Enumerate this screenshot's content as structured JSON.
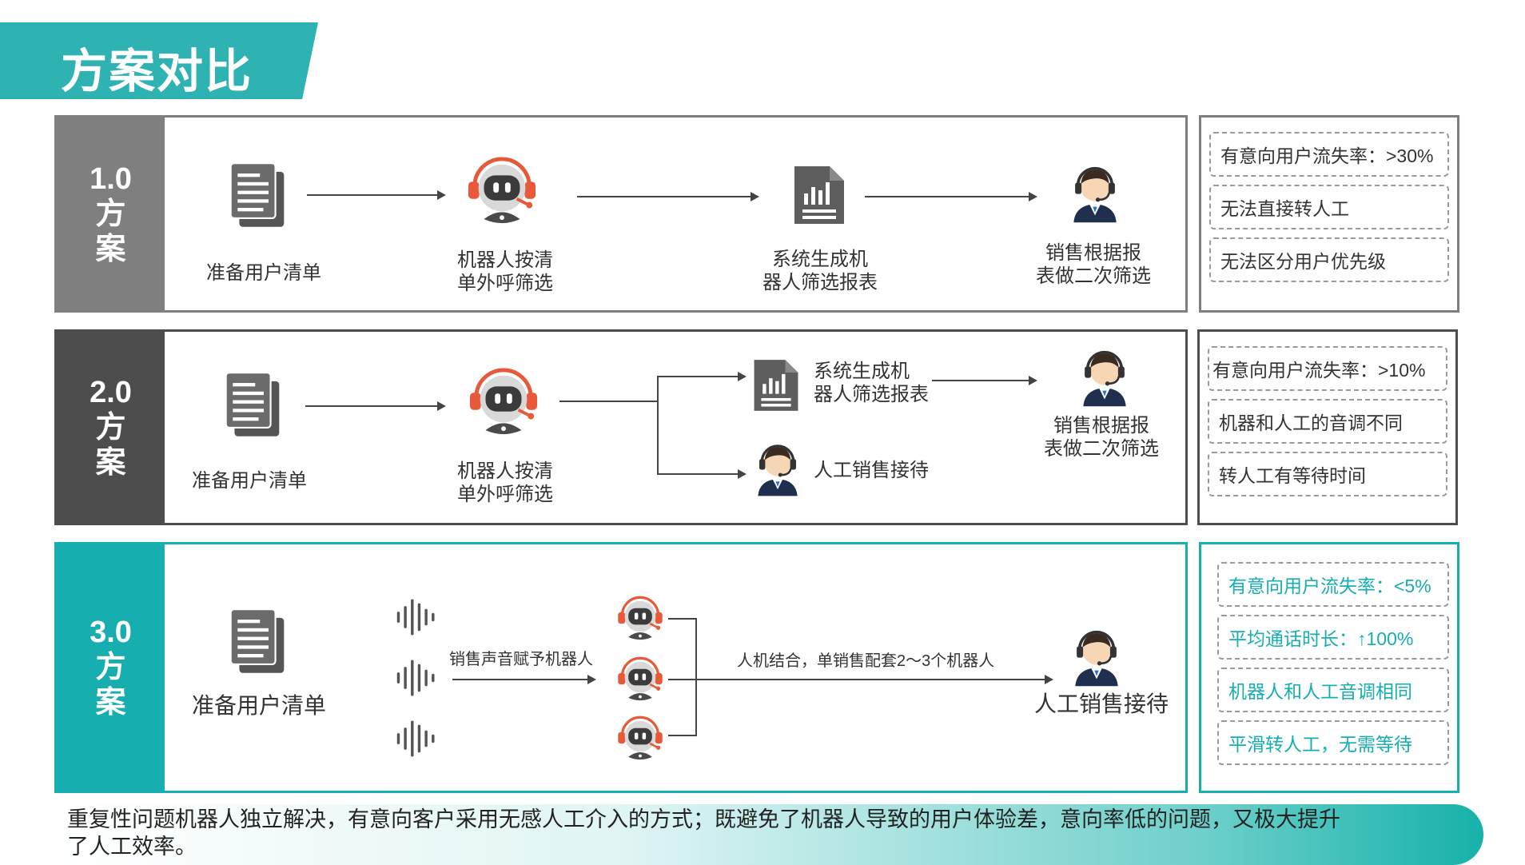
{
  "header": {
    "title": "方案对比",
    "color": "#2fb2b2"
  },
  "plans": [
    {
      "label_num": "1.0",
      "label_a": "方",
      "label_b": "案",
      "color": "#7f7f7f",
      "steps": [
        "准备用户清单",
        "机器人按清",
        "单外呼筛选",
        "系统生成机",
        "器人筛选报表",
        "销售根据报",
        "表做二次筛选"
      ],
      "results": [
        "有意向用户流失率：>30%",
        "无法直接转人工",
        "无法区分用户优先级"
      ]
    },
    {
      "label_num": "2.0",
      "label_a": "方",
      "label_b": "案",
      "color": "#4d4d4d",
      "steps": [
        "准备用户清单",
        "机器人按清",
        "单外呼筛选",
        "系统生成机",
        "器人筛选报表",
        "人工销售接待",
        "销售根据报",
        "表做二次筛选"
      ],
      "results": [
        "有意向用户流失率：>10%",
        "机器和人工的音调不同",
        "转人工有等待时间"
      ]
    },
    {
      "label_num": "3.0",
      "label_a": "方",
      "label_b": "案",
      "color": "#17aeb0",
      "steps": [
        "准备用户清单",
        "销售声音赋予机器人",
        "人机结合，单销售配套2～3个机器人",
        "人工销售接待"
      ],
      "results": [
        "有意向用户流失率：<5%",
        "平均通话时长：↑100%",
        "机器人和人工音调相同",
        "平滑转人工，无需等待"
      ]
    }
  ],
  "footer": {
    "line1": "重复性问题机器人独立解决，有意向客户采用无感人工介入的方式；既避免了机器人导致的用户体验差，意向率低的问题，又极大提升",
    "line2": "了人工效率。"
  },
  "icons": [
    "document-icon",
    "robot-icon",
    "report-icon",
    "agent-icon",
    "soundwave-icon"
  ]
}
